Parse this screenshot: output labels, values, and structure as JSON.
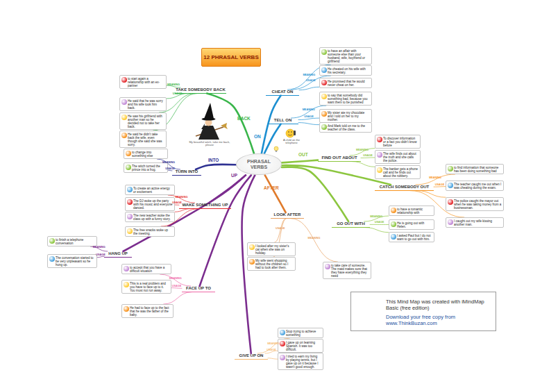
{
  "diagram": {
    "title": "12 PHRASAL VERBS",
    "nodes": [
      {
        "text": [
          "PHRASAL VERBS"
        ]
      },
      {
        "text": [
          "CHEAT ON"
        ]
      },
      {
        "text": [
          "to have an affair with someone else than your husband, wife, boyfriend or girlfriend"
        ]
      },
      {
        "text": [
          "He cheated on his wife with his secretary."
        ]
      },
      {
        "text": [
          "He promised that he would never cheat on her."
        ]
      },
      {
        "text": [
          "TELL ON"
        ]
      },
      {
        "text": [
          "to say that somebody did something bad, because you want them to be punished"
        ]
      },
      {
        "text": [
          "My sister ate my chocolate and I told on her to my mother."
        ]
      },
      {
        "text": [
          "And Mark told on me to the teacher of the class."
        ]
      },
      {
        "text": [
          "FIND OUT ABOUT"
        ]
      },
      {
        "text": [
          "To discover information or a fact you didn't know before"
        ]
      },
      {
        "text": [
          "The wife finds out about the truth and she calls the police."
        ]
      },
      {
        "text": [
          "The banker gets a phone call and he finds out about the robbery."
        ]
      },
      {
        "text": [
          "CATCH SOMEBODY OUT"
        ]
      },
      {
        "text": [
          "to find information that someone has been doing something bad"
        ]
      },
      {
        "text": [
          "The teacher caught me out when I was cheating during the exam."
        ]
      },
      {
        "text": [
          "The police caught the mayor out when he was taking money from a businessman."
        ]
      },
      {
        "text": [
          "I caught out my wife kissing another man."
        ]
      },
      {
        "text": [
          "GO OUT WITH"
        ]
      },
      {
        "text": [
          "to have a romantic relationship with"
        ]
      },
      {
        "text": [
          "He is going out with Helen."
        ]
      },
      {
        "text": [
          "I asked Paul but I do not want to go out with him."
        ]
      },
      {
        "text": [
          "LOOK AFTER"
        ]
      },
      {
        "text": [
          "to take care of someone. The maid makes sure that they have everything they need"
        ]
      },
      {
        "text": [
          "I looked after my sister's cat when she was on holiday."
        ]
      },
      {
        "text": [
          "My wife went shopping without the children so I had to look after them."
        ]
      },
      {
        "text": [
          "WAKE SOMETHING UP"
        ]
      },
      {
        "text": [
          "To create an active energy or excitement"
        ]
      },
      {
        "text": [
          "The DJ woke up the party with his music and everyone danced."
        ]
      },
      {
        "text": [
          "The new teacher woke the class up with a funny story."
        ]
      },
      {
        "text": [
          "The free snacks woke up the meeting."
        ]
      },
      {
        "text": [
          "HANG UP"
        ]
      },
      {
        "text": [
          "to finish a telephone conversation"
        ]
      },
      {
        "text": [
          "The conversation started to be very unpleasant so he hung up."
        ]
      },
      {
        "text": [
          "FACE UP TO"
        ]
      },
      {
        "text": [
          "to accept that you have a difficult situation"
        ]
      },
      {
        "text": [
          "This is a real problem and you have to face up to it. You must not run away."
        ]
      },
      {
        "text": [
          "He had to face up to the fact that he was the father of the baby."
        ]
      },
      {
        "text": [
          "GIVE UP ON"
        ]
      },
      {
        "text": [
          "Stop trying to achieve something"
        ]
      },
      {
        "text": [
          "I gave up on learning Spanish. It was too difficult."
        ]
      },
      {
        "text": [
          "I tried to earn my living by playing tennis, but I gave up on it because I wasn't good enough."
        ]
      },
      {
        "text": [
          "TURN INTO"
        ]
      },
      {
        "text": [
          "to change into something else"
        ]
      },
      {
        "text": [
          "The witch turned the prince into a frog."
        ]
      },
      {
        "text": [
          "TAKE SOMEBODY BACK"
        ]
      },
      {
        "text": [
          "to start again a relationship with an ex-partner"
        ]
      },
      {
        "text": [
          "He said that he was sorry and his wife took him back."
        ]
      },
      {
        "text": [
          "He saw his girlfriend with another man so he decided not to take her back."
        ]
      },
      {
        "text": [
          "He said he didn't take back the wife, even though she said she was sorry."
        ]
      },
      {
        "text": [
          "This Mind Map was created with iMindMap Basic (free edition)",
          "Download your free copy from www.ThinkBuzan.com"
        ]
      }
    ],
    "edges": [
      {
        "from": 0,
        "to": 1,
        "arrow": "none"
      },
      {
        "from": 0,
        "to": 5,
        "arrow": "none"
      },
      {
        "from": 0,
        "to": 9,
        "arrow": "none"
      },
      {
        "from": 0,
        "to": 13,
        "arrow": "none"
      },
      {
        "from": 0,
        "to": 18,
        "arrow": "none"
      },
      {
        "from": 0,
        "to": 22,
        "arrow": "none"
      },
      {
        "from": 0,
        "to": 26,
        "arrow": "none"
      },
      {
        "from": 0,
        "to": 31,
        "arrow": "none"
      },
      {
        "from": 0,
        "to": 34,
        "arrow": "none"
      },
      {
        "from": 0,
        "to": 38,
        "arrow": "none"
      },
      {
        "from": 0,
        "to": 42,
        "arrow": "none"
      },
      {
        "from": 0,
        "to": 45,
        "arrow": "none"
      },
      {
        "from": 1,
        "to": 2,
        "arrow": "none"
      },
      {
        "from": 1,
        "to": 3,
        "arrow": "none"
      },
      {
        "from": 1,
        "to": 4,
        "arrow": "none"
      },
      {
        "from": 5,
        "to": 6,
        "arrow": "none"
      },
      {
        "from": 5,
        "to": 7,
        "arrow": "none"
      },
      {
        "from": 5,
        "to": 8,
        "arrow": "none"
      },
      {
        "from": 9,
        "to": 10,
        "arrow": "none"
      },
      {
        "from": 9,
        "to": 11,
        "arrow": "none"
      },
      {
        "from": 9,
        "to": 12,
        "arrow": "none"
      },
      {
        "from": 13,
        "to": 14,
        "arrow": "none"
      },
      {
        "from": 13,
        "to": 15,
        "arrow": "none"
      },
      {
        "from": 13,
        "to": 16,
        "arrow": "none"
      },
      {
        "from": 13,
        "to": 17,
        "arrow": "none"
      },
      {
        "from": 18,
        "to": 19,
        "arrow": "none"
      },
      {
        "from": 18,
        "to": 20,
        "arrow": "none"
      },
      {
        "from": 18,
        "to": 21,
        "arrow": "none"
      },
      {
        "from": 22,
        "to": 23,
        "arrow": "none"
      },
      {
        "from": 22,
        "to": 24,
        "arrow": "none"
      },
      {
        "from": 22,
        "to": 25,
        "arrow": "none"
      },
      {
        "from": 26,
        "to": 27,
        "arrow": "none"
      },
      {
        "from": 26,
        "to": 28,
        "arrow": "none"
      },
      {
        "from": 26,
        "to": 29,
        "arrow": "none"
      },
      {
        "from": 26,
        "to": 30,
        "arrow": "none"
      },
      {
        "from": 31,
        "to": 32,
        "arrow": "none"
      },
      {
        "from": 31,
        "to": 33,
        "arrow": "none"
      },
      {
        "from": 34,
        "to": 35,
        "arrow": "none"
      },
      {
        "from": 34,
        "to": 36,
        "arrow": "none"
      },
      {
        "from": 34,
        "to": 37,
        "arrow": "none"
      },
      {
        "from": 38,
        "to": 39,
        "arrow": "none"
      },
      {
        "from": 38,
        "to": 40,
        "arrow": "none"
      },
      {
        "from": 38,
        "to": 41,
        "arrow": "none"
      },
      {
        "from": 42,
        "to": 43,
        "arrow": "none"
      },
      {
        "from": 42,
        "to": 44,
        "arrow": "none"
      },
      {
        "from": 45,
        "to": 46,
        "arrow": "none"
      },
      {
        "from": 45,
        "to": 47,
        "arrow": "none"
      },
      {
        "from": 45,
        "to": 48,
        "arrow": "none"
      },
      {
        "from": 45,
        "to": 49,
        "arrow": "none"
      }
    ],
    "labels": [
      "ON",
      "OUT",
      "AFTER",
      "UP",
      "INTO",
      "BACK",
      "MEANING",
      "USAGE",
      "MEANING",
      "USAGE",
      "MEANING",
      "USAGE",
      "MEANING",
      "USAGE",
      "MEANING",
      "USAGE",
      "MEANING",
      "USAGE",
      "MEANING",
      "USAGE",
      "MEANING",
      "USAGE",
      "MEANING",
      "USAGE",
      "MEANING",
      "USAGE",
      "MEANING",
      "USAGE",
      "MEANING",
      "USAGE",
      "My beautiful witch, take me back, please",
      "A child on the telephone"
    ]
  }
}
